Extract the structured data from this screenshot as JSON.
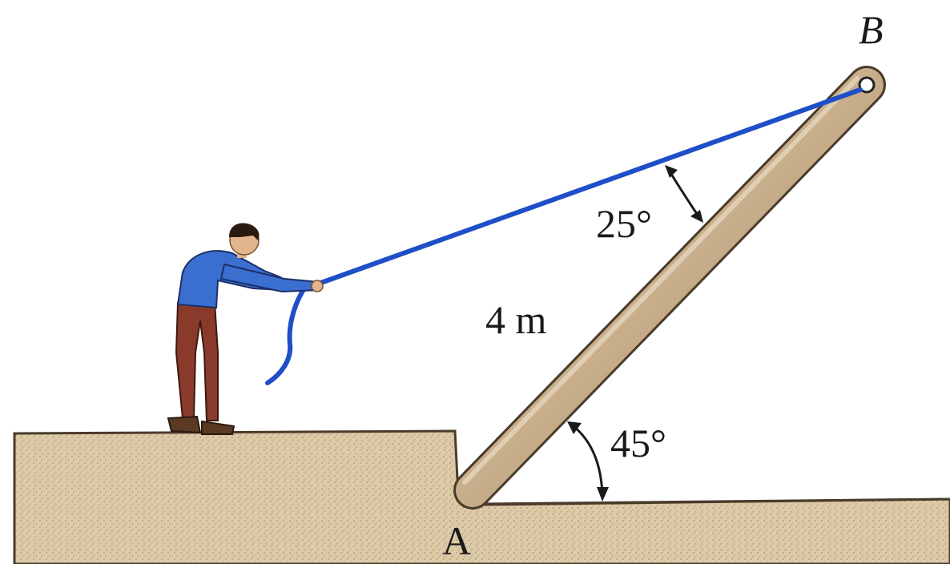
{
  "labels": {
    "point_a": "A",
    "point_b": "B",
    "length": "4 m",
    "angle_rope": "25°",
    "angle_ground": "45°"
  },
  "colors": {
    "rope": "#1f4fc8",
    "pole": "#cbb394",
    "ground": "#d9c6a4",
    "shirt": "#3a6fd0",
    "pants": "#8a3a2a"
  }
}
